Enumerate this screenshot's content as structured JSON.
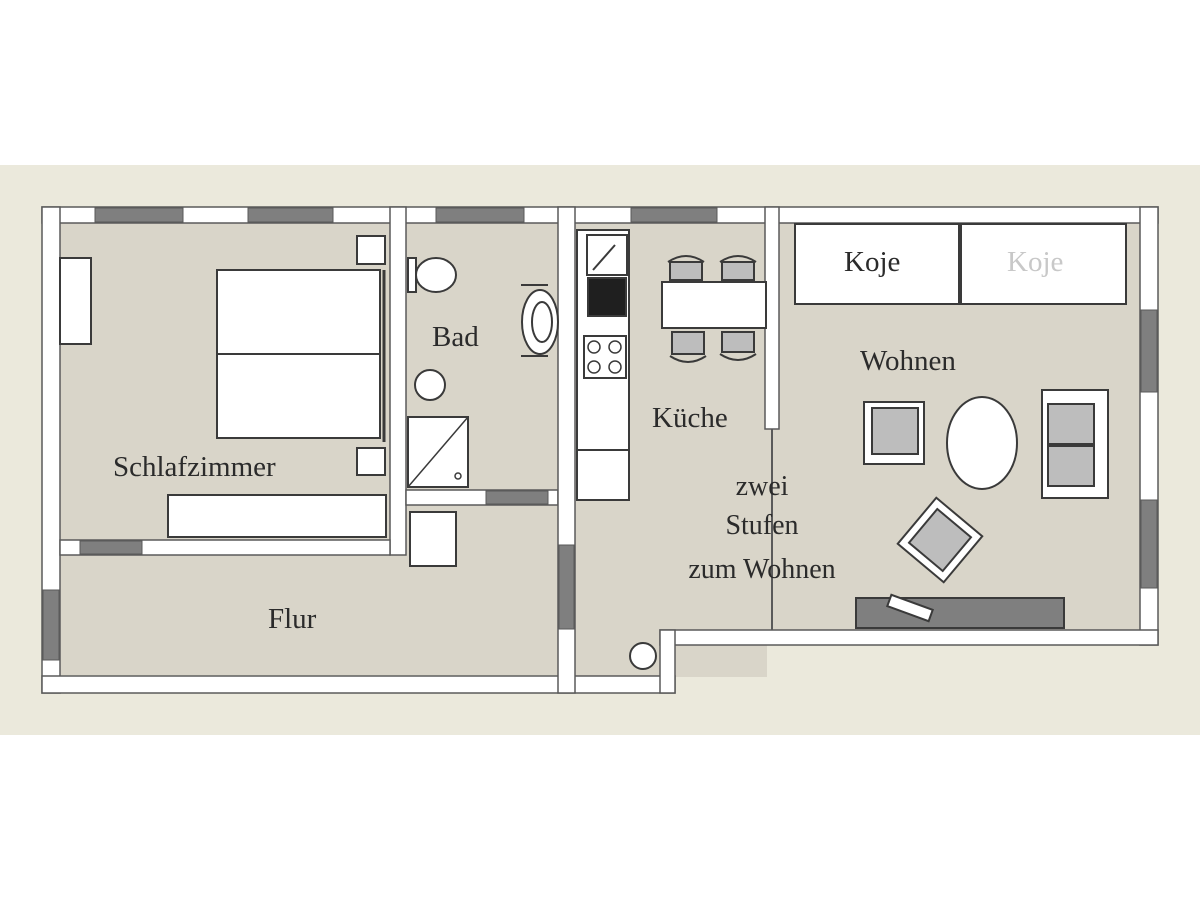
{
  "colors": {
    "background": "#ebe9dc",
    "floor": "#d9d5c9",
    "wall": "#ffffff",
    "wall_outline": "#5a5a5a",
    "window": "#7f7f7f",
    "upholstery": "#bdbdbd",
    "label_text": "#2b2b2b",
    "faded_text": "#c8c8c8"
  },
  "rooms": {
    "bedroom": "Schlafzimmer",
    "bathroom": "Bad",
    "hall": "Flur",
    "kitchen": "Küche",
    "living": "Wohnen"
  },
  "bunks": {
    "left": "Koje",
    "right": "Koje"
  },
  "steps_note": {
    "line1": "zwei",
    "line2": "Stufen",
    "line3": "zum Wohnen"
  }
}
